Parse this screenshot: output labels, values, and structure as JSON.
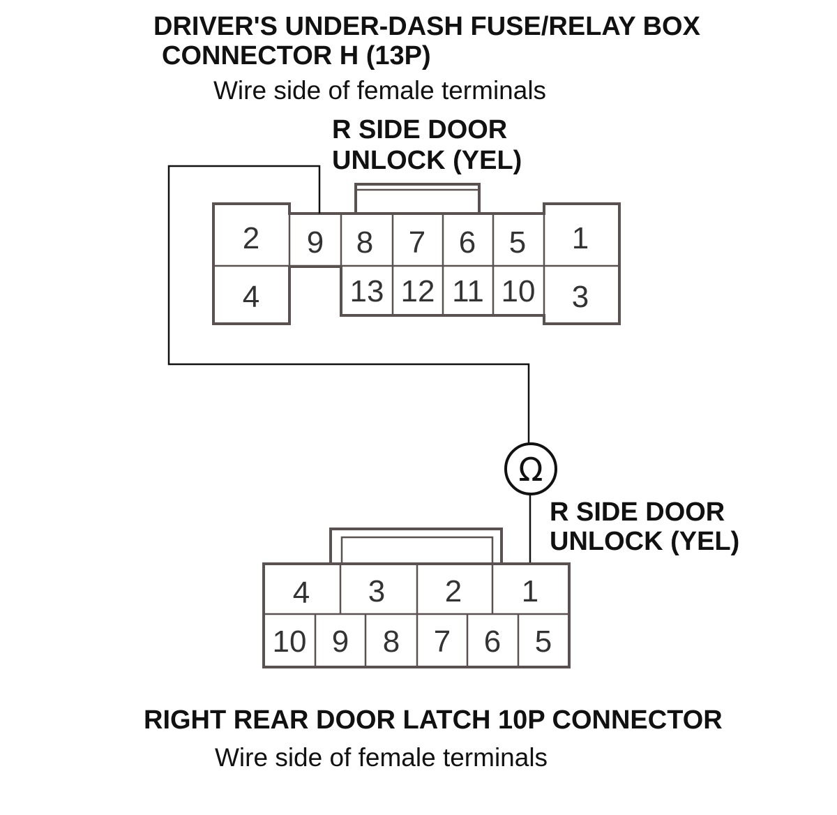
{
  "top_connector": {
    "title_line1": "DRIVER'S UNDER-DASH FUSE/RELAY BOX",
    "title_line2": "CONNECTOR H (13P)",
    "subtitle": "Wire side of female terminals",
    "wire_label_line1": "R SIDE DOOR",
    "wire_label_line2": "UNLOCK (YEL)",
    "pins": {
      "p2": "2",
      "p9": "9",
      "p8": "8",
      "p7": "7",
      "p6": "6",
      "p5": "5",
      "p1": "1",
      "p4": "4",
      "p13": "13",
      "p12": "12",
      "p11": "11",
      "p10": "10",
      "p3": "3"
    }
  },
  "meter": {
    "symbol": "Ω"
  },
  "bottom_connector": {
    "wire_label_line1": "R SIDE DOOR",
    "wire_label_line2": "UNLOCK (YEL)",
    "title": "RIGHT REAR DOOR LATCH 10P CONNECTOR",
    "subtitle": "Wire side of female terminals",
    "pins": {
      "p4": "4",
      "p3": "3",
      "p2": "2",
      "p1": "1",
      "p10": "10",
      "p9": "9",
      "p8": "8",
      "p7": "7",
      "p6": "6",
      "p5": "5"
    }
  }
}
